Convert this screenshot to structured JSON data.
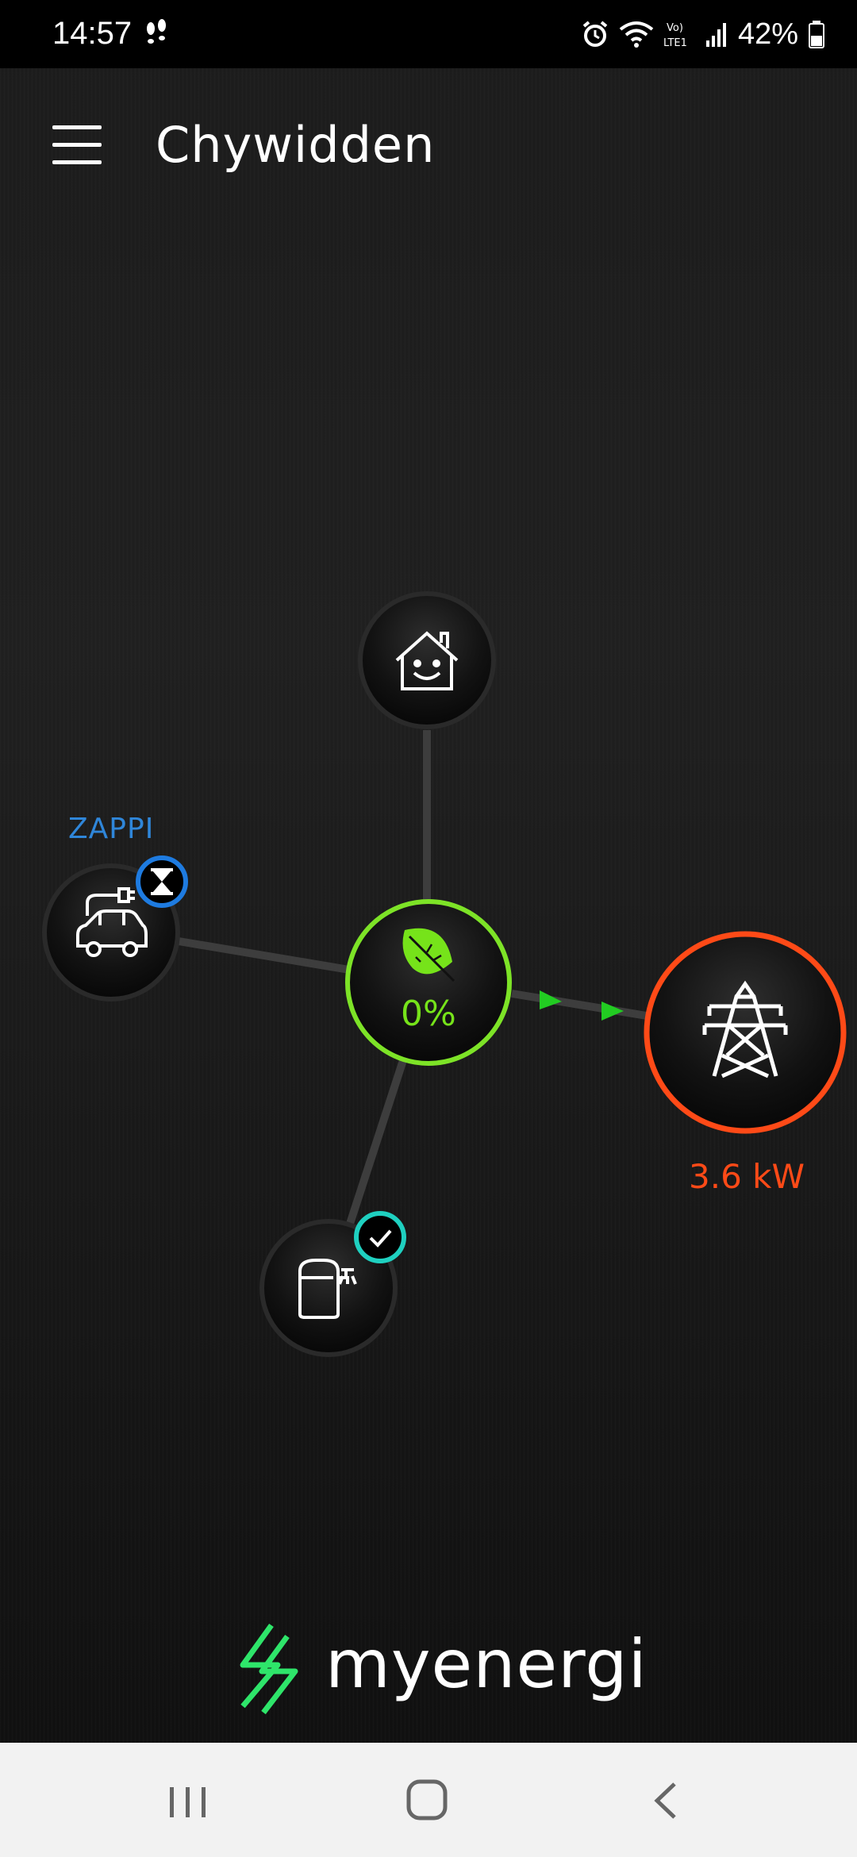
{
  "status_bar": {
    "time": "14:57",
    "battery": "42%",
    "icons": [
      "steps-icon",
      "alarm-icon",
      "wifi-icon",
      "volte-icon",
      "signal-icon",
      "battery-icon"
    ]
  },
  "header": {
    "title": "Chywidden",
    "menu_icon": "hamburger-menu-icon"
  },
  "flow": {
    "zappi": {
      "label": "ZAPPI",
      "icon": "car-charging-icon",
      "badge_icon": "hourglass-icon",
      "accent": "#1e7be0"
    },
    "house": {
      "icon": "smiling-house-icon"
    },
    "hub": {
      "green_percent": "0%",
      "icon": "leaf-icon",
      "accent": "#76e31a"
    },
    "grid": {
      "power": "3.6 kW",
      "icon": "pylon-icon",
      "accent": "#ff4a17"
    },
    "eddi": {
      "icon": "water-heater-icon",
      "badge_icon": "check-icon",
      "accent": "#1fd0c0"
    }
  },
  "brand": {
    "name": "myenergi",
    "logo_color": "#2ee56a"
  },
  "nav_bar": {
    "buttons": [
      "recents-icon",
      "home-icon",
      "back-icon"
    ]
  }
}
